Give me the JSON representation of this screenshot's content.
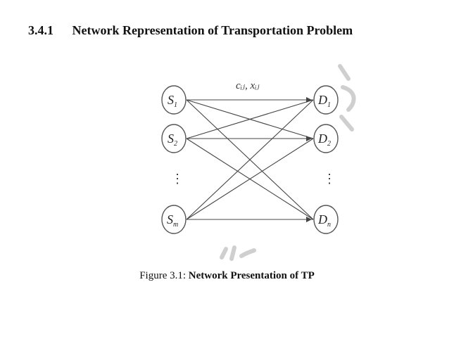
{
  "section": {
    "number": "3.4.1",
    "title": "Network Representation of Transportation Problem"
  },
  "figure": {
    "edge_label": "cᵢⱼ, xᵢⱼ",
    "sources": [
      {
        "base": "S",
        "sub": "1"
      },
      {
        "base": "S",
        "sub": "2"
      },
      {
        "base": "S",
        "sub": "m"
      }
    ],
    "destinations": [
      {
        "base": "D",
        "sub": "1"
      },
      {
        "base": "D",
        "sub": "2"
      },
      {
        "base": "D",
        "sub": "n"
      }
    ],
    "ellipsis": "⋮",
    "caption": {
      "label": "Figure 3.1:",
      "title": "Network Presentation of TP"
    }
  },
  "colors": {
    "text": "#111111",
    "edge": "#444444",
    "node_stroke": "#555555",
    "watermark": "#cfcfcf"
  }
}
